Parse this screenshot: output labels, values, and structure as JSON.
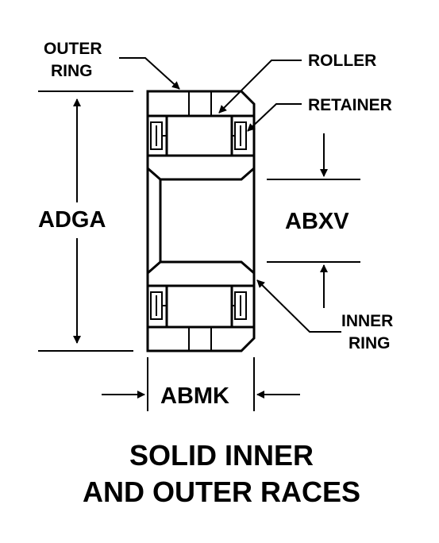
{
  "labels": {
    "outer_ring_line1": "OUTER",
    "outer_ring_line2": "RING",
    "roller": "ROLLER",
    "retainer": "RETAINER",
    "inner_ring_line1": "INNER",
    "inner_ring_line2": "RING",
    "adga": "ADGA",
    "abxv": "ABXV",
    "abmk": "ABMK"
  },
  "caption": {
    "line1": "SOLID INNER",
    "line2": "AND OUTER RACES"
  },
  "colors": {
    "ink": "#000000",
    "background": "#ffffff"
  }
}
